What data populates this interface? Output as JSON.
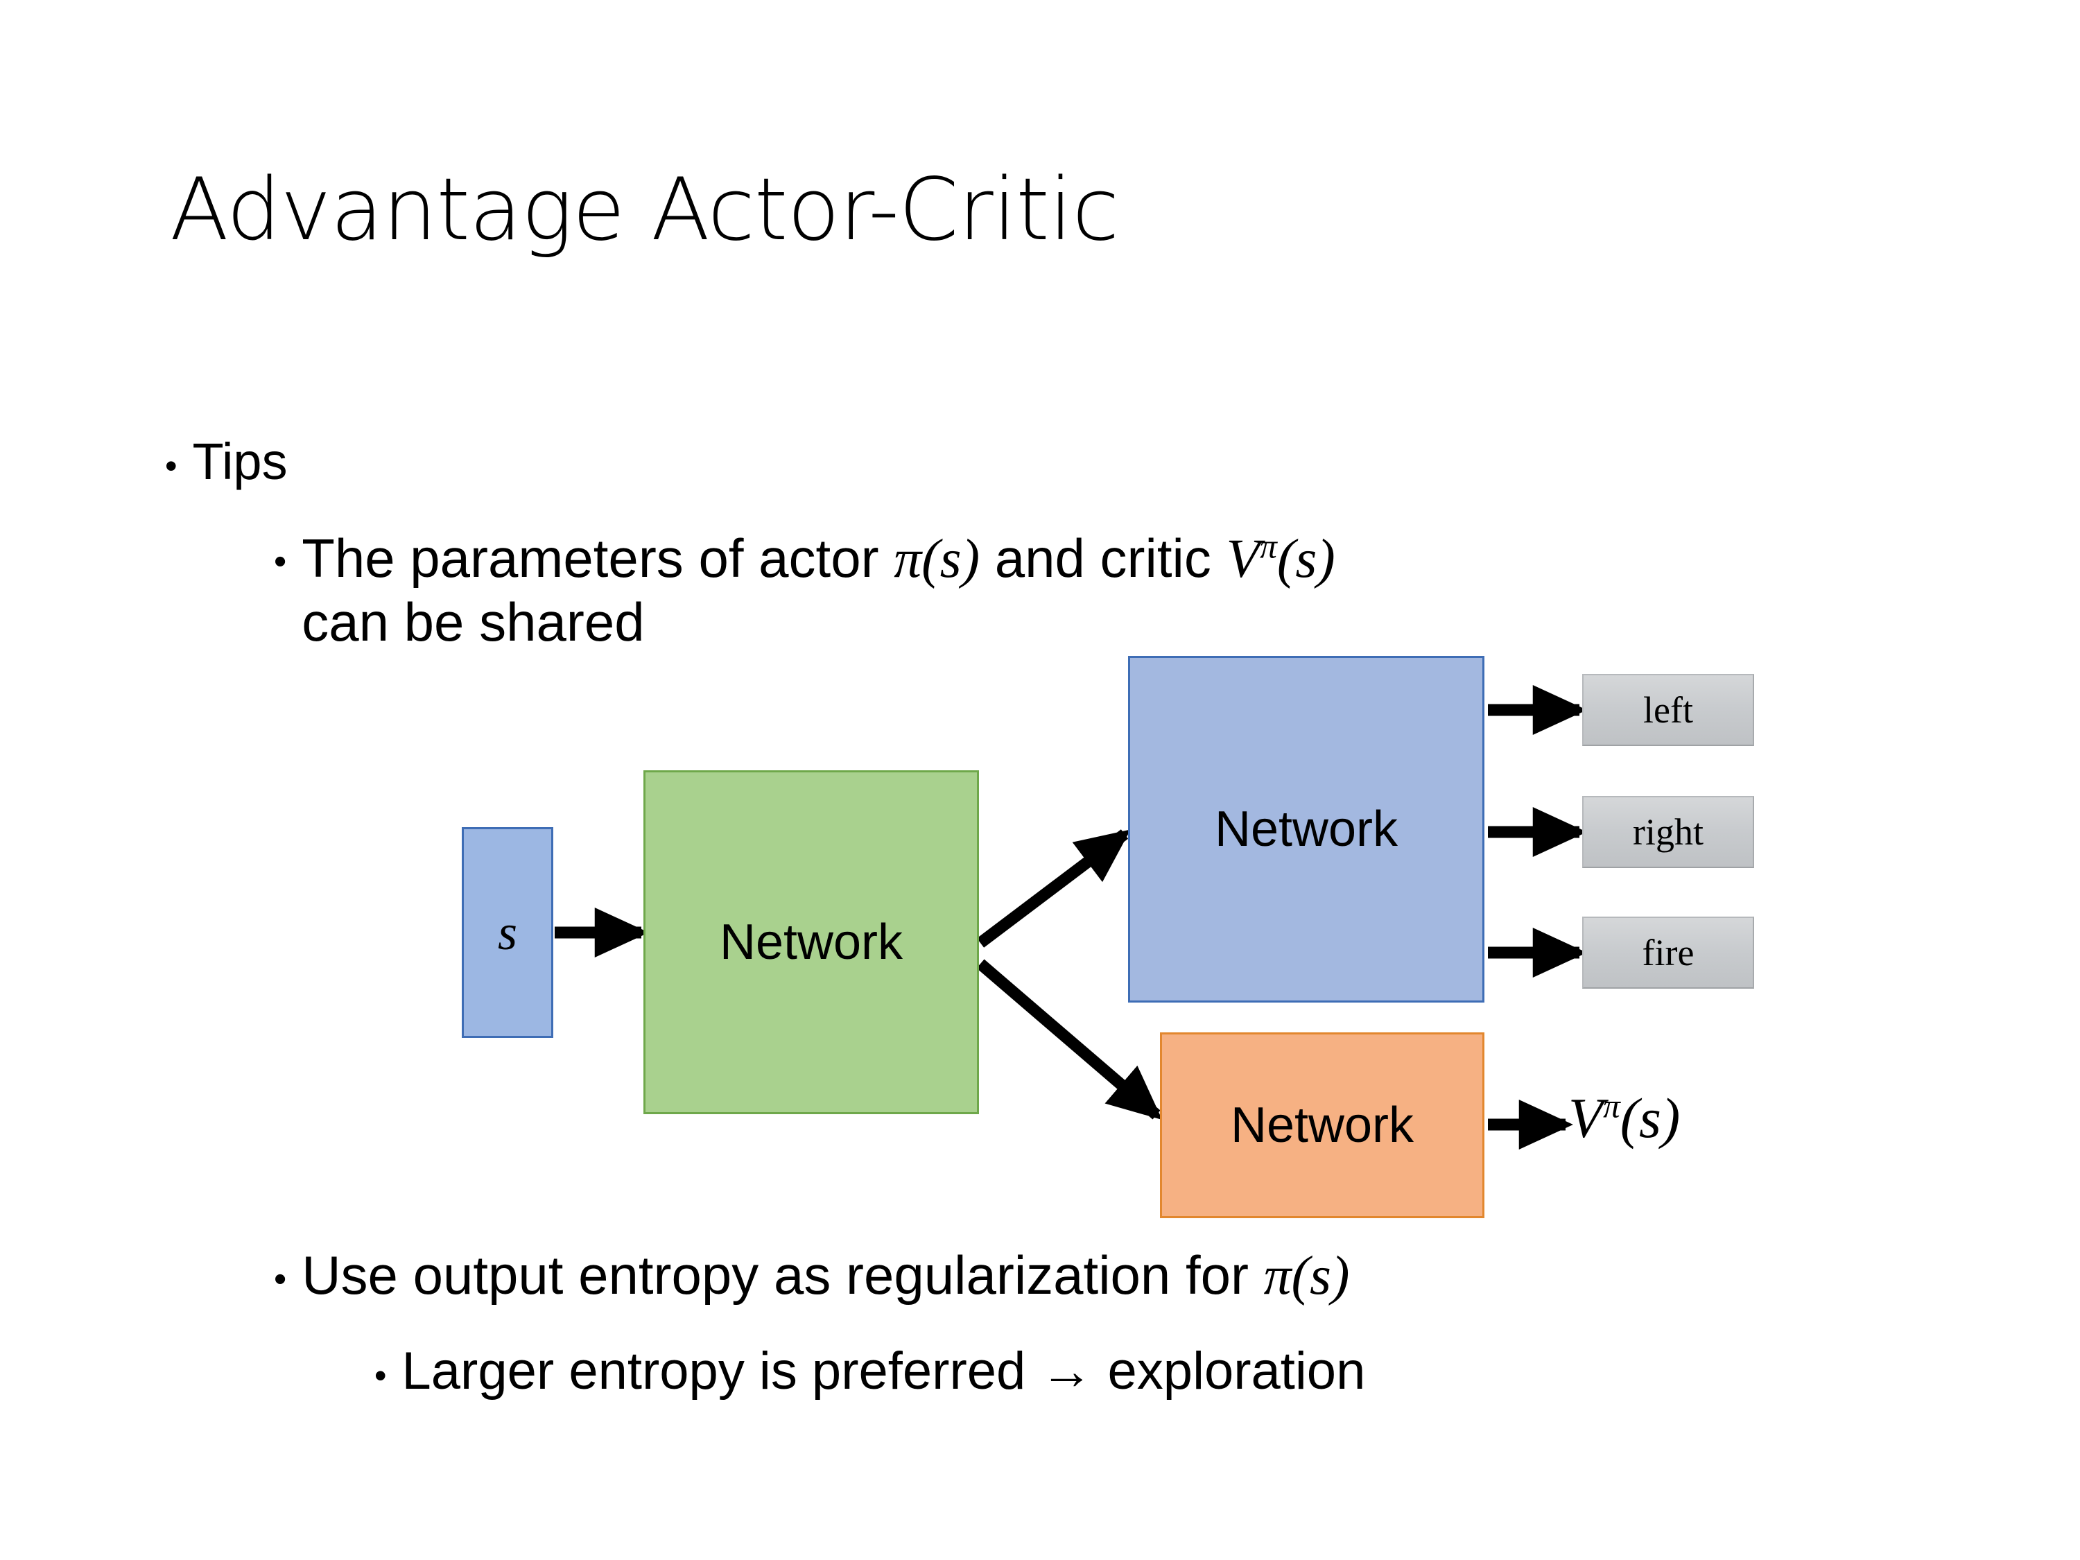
{
  "slide": {
    "title": "Advantage Actor-Critic",
    "background_color": "#FFFFFF"
  },
  "bullets": [
    {
      "level": 1,
      "marker": "•",
      "text": "Tips"
    },
    {
      "level": 2,
      "marker": "•",
      "text_parts": {
        "lead": "The parameters of actor ",
        "math_actor": "π(s)",
        "middle": "  and critic ",
        "math_critic_base": "V",
        "math_critic_sup": "π",
        "math_critic_arg": "(s)",
        "tail": "can be shared"
      }
    },
    {
      "level": 2,
      "marker": "•",
      "text_parts": {
        "lead": "Use output entropy as regularization for ",
        "math_actor": "π(s)"
      }
    },
    {
      "level": 3,
      "marker": "•",
      "text_parts": {
        "lead": "Larger entropy is preferred → exploration"
      }
    }
  ],
  "diagram": {
    "state_box": {
      "label": "s",
      "fill": "#9CB7E3",
      "stroke": "#3E6DB5"
    },
    "shared_network": {
      "label": "Network",
      "fill": "#A9D18E",
      "stroke": "#6FA84B"
    },
    "actor_network": {
      "label": "Network",
      "fill": "#A3B8E0",
      "stroke": "#3E6DB5"
    },
    "critic_network": {
      "label": "Network",
      "fill": "#F6B183",
      "stroke": "#E2872E"
    },
    "action_outputs": [
      {
        "label": "left",
        "fill": "#C8CBCE"
      },
      {
        "label": "right",
        "fill": "#C8CBCE"
      },
      {
        "label": "fire",
        "fill": "#C8CBCE"
      }
    ],
    "critic_output": {
      "base": "V",
      "superscript": "π",
      "argument": "(s)"
    },
    "arrow_color": "#000000"
  }
}
